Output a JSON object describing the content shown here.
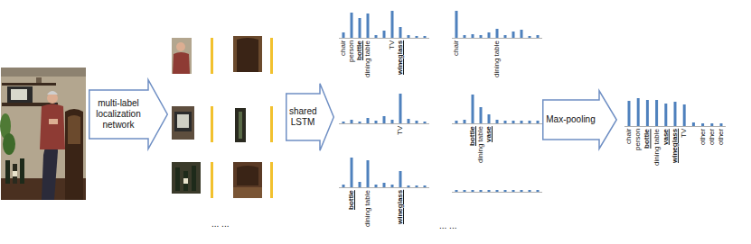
{
  "diagram": {
    "nodes": [
      {
        "text": [
          "multi-label localization network"
        ]
      },
      {
        "text": [
          "shared LSTM"
        ]
      },
      {
        "text": [
          "Max-pooling"
        ]
      }
    ],
    "labels": [
      "... ...",
      "chair",
      "person",
      "bottle",
      "dining table",
      "TV",
      "wineglass",
      "chair",
      "dining table",
      "TV",
      "bottle",
      "dining table",
      "vase",
      "bottle",
      "dining table",
      "wineglass",
      "... ...",
      "chair",
      "person",
      "bottle",
      "dining table",
      "vase",
      "wineglass",
      "TV",
      "other",
      "other",
      "other"
    ]
  }
}
